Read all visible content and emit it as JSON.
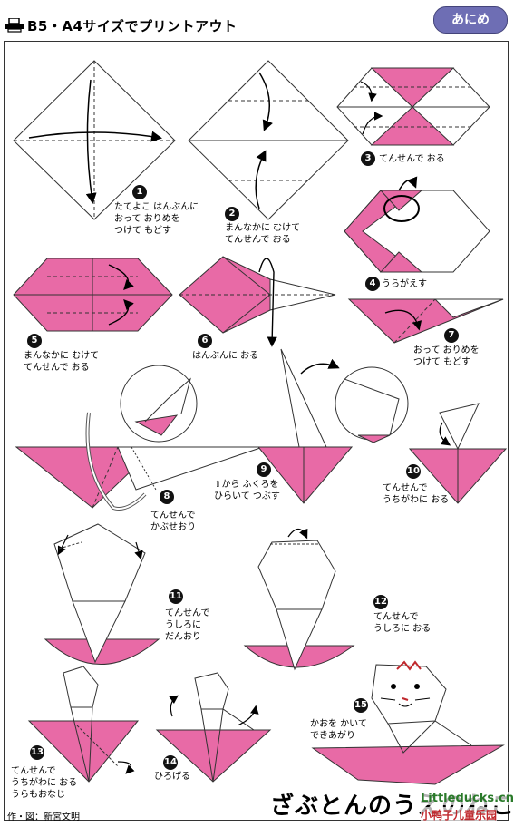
{
  "header": {
    "title": "B5・A4サイズでプリントアウト",
    "logo": "あにめ",
    "printer_icon": "printer-icon"
  },
  "colors": {
    "paper_pink": "#e86aa6",
    "paper_white": "#ffffff",
    "line": "#333333",
    "logo_bg": "#6e6eb4"
  },
  "steps": [
    {
      "n": "1",
      "caption": "たてよこ はんぶんに\nおって おりめを\nつけて もどす"
    },
    {
      "n": "2",
      "caption": "まんなかに むけて\nてんせんで おる"
    },
    {
      "n": "3",
      "caption": "てんせんで おる"
    },
    {
      "n": "4",
      "caption": "うらがえす"
    },
    {
      "n": "5",
      "caption": "まんなかに むけて\nてんせんで おる"
    },
    {
      "n": "6",
      "caption": "はんぶんに おる"
    },
    {
      "n": "7",
      "caption": "おって おりめを\nつけて もどす"
    },
    {
      "n": "8",
      "caption": "てんせんで\nかぶせおり"
    },
    {
      "n": "9",
      "caption": "⇧から ふくろを\nひらいて つぶす"
    },
    {
      "n": "10",
      "caption": "てんせんで\nうちがわに おる"
    },
    {
      "n": "11",
      "caption": "てんせんで\nうしろに\nだんおり"
    },
    {
      "n": "12",
      "caption": "てんせんで\nうしろに おる"
    },
    {
      "n": "13",
      "caption": "てんせんで\nうちがわに おる\nうらもおなじ"
    },
    {
      "n": "14",
      "caption": "ひろげる"
    },
    {
      "n": "15",
      "caption": "かおを かいて\nできあがり"
    }
  ],
  "footer": {
    "title": "ざぶとんのうえのねこ",
    "credit": "作・図：新宮文明",
    "watermark_en": "Littleducks.cn",
    "watermark_cn": "小鸭子儿童乐园"
  }
}
